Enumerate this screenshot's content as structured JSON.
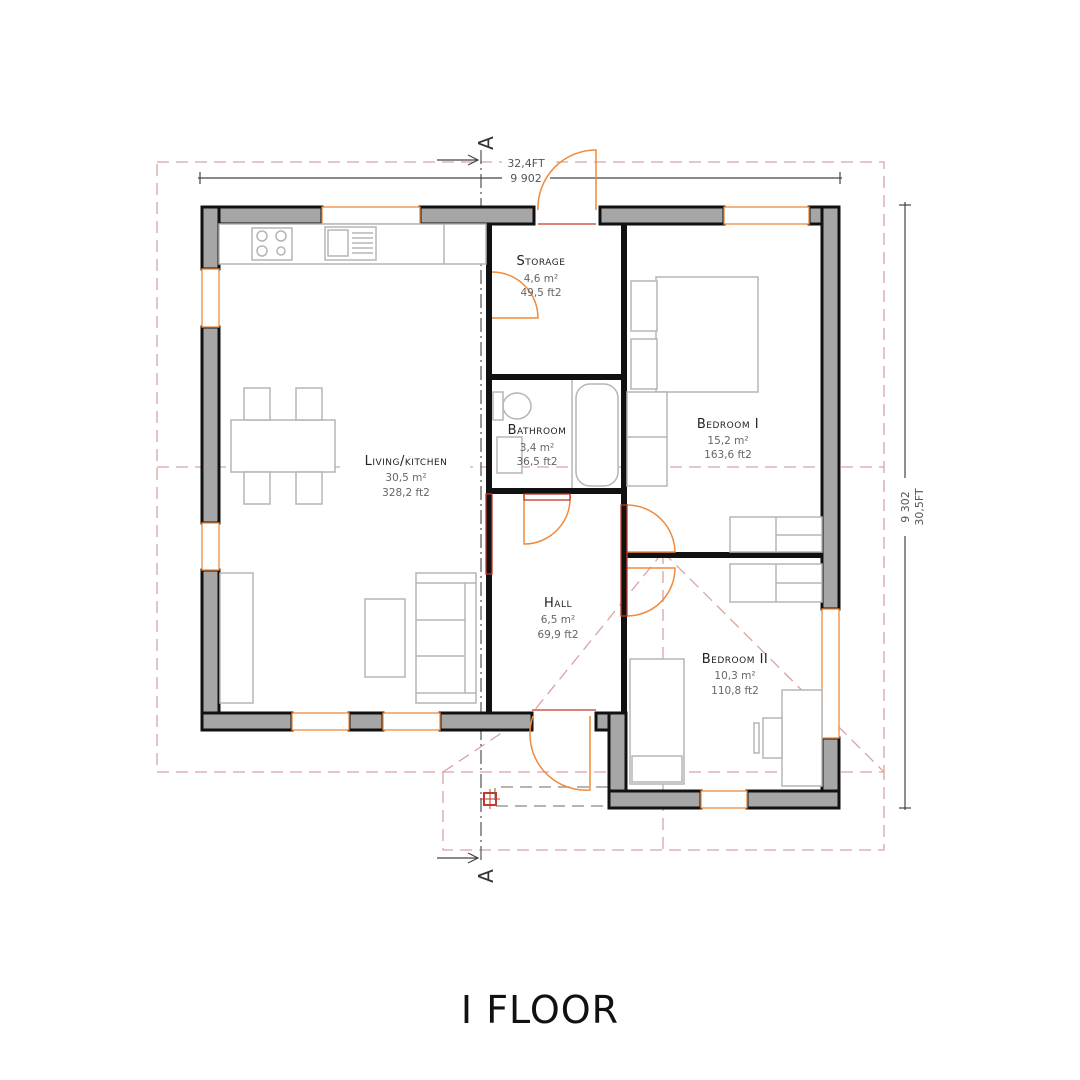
{
  "floor_title": "I FLOOR",
  "dimensions": {
    "width_mm": "9 902",
    "width_ft": "32,4FT",
    "depth_mm": "9 302",
    "depth_ft": "30,5FT"
  },
  "section_marker": {
    "label_top": "A",
    "label_bottom": "A"
  },
  "rooms": [
    {
      "name": "Living/kitchen",
      "area_m2": "30,5 m²",
      "area_ft2": "328,2 ft2"
    },
    {
      "name": "Storage",
      "area_m2": "4,6 m²",
      "area_ft2": "49,5 ft2"
    },
    {
      "name": "Bathroom",
      "area_m2": "3,4 m²",
      "area_ft2": "36,5 ft2"
    },
    {
      "name": "Bedroom I",
      "area_m2": "15,2 m²",
      "area_ft2": "163,6 ft2"
    },
    {
      "name": "Hall",
      "area_m2": "6,5 m²",
      "area_ft2": "69,9 ft2"
    },
    {
      "name": "Bedroom II",
      "area_m2": "10,3 m²",
      "area_ft2": "110,8 ft2"
    }
  ],
  "colors": {
    "wall_fill": "#a6a6a6",
    "wall_outline": "#111111",
    "door_window": "#f08a3c",
    "roof_outline": "#d9a3a3",
    "furniture": "#b5b5b5"
  }
}
